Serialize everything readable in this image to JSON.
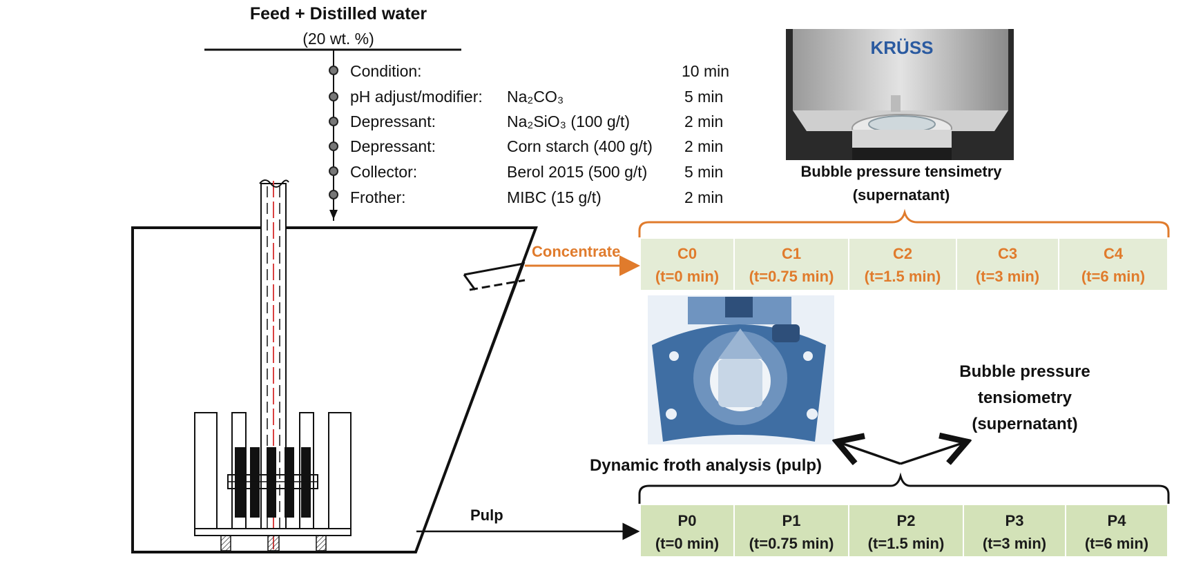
{
  "feed": {
    "title": "Feed + Distilled water",
    "subtitle": "(20 wt. %)"
  },
  "reagents": [
    {
      "label": "Condition:",
      "reagent": "",
      "time": "10 min"
    },
    {
      "label": "pH adjust/modifier:",
      "reagent": "Na₂CO₃",
      "time": "5 min"
    },
    {
      "label": "Depressant:",
      "reagent": "Na₂SiO₃ (100 g/t)",
      "time": "2 min"
    },
    {
      "label": "Depressant:",
      "reagent": "Corn starch (400 g/t)",
      "time": "2 min"
    },
    {
      "label": "Collector:",
      "reagent": "Berol 2015 (500 g/t)",
      "time": "5 min"
    },
    {
      "label": "Frother:",
      "reagent": "MIBC (15 g/t)",
      "time": "2 min"
    }
  ],
  "top_instrument": {
    "brand": "KRÜSS",
    "watermark": "https://www.kruss-scientific.com/en/tensiometers/bubble-pressure-tensiometer-bp100",
    "caption_line1": "Bubble pressure tensimetry",
    "caption_line2": "(supernatant)"
  },
  "concentrate": {
    "label": "Concentrate",
    "samples": [
      {
        "id": "C0",
        "time": "(t=0 min)"
      },
      {
        "id": "C1",
        "time": "(t=0.75 min)"
      },
      {
        "id": "C2",
        "time": "(t=1.5 min)"
      },
      {
        "id": "C3",
        "time": "(t=3 min)"
      },
      {
        "id": "C4",
        "time": "(t=6 min)"
      }
    ]
  },
  "pulp": {
    "label": "Pulp",
    "samples": [
      {
        "id": "P0",
        "time": "(t=0 min)"
      },
      {
        "id": "P1",
        "time": "(t=0.75 min)"
      },
      {
        "id": "P2",
        "time": "(t=1.5 min)"
      },
      {
        "id": "P3",
        "time": "(t=3 min)"
      },
      {
        "id": "P4",
        "time": "(t=6 min)"
      }
    ]
  },
  "dynamic_froth": {
    "caption": "Dynamic froth analysis (pulp)"
  },
  "right_tensiometry": {
    "line1": "Bubble pressure",
    "line2": "tensiometry",
    "line3": "(supernatant)"
  },
  "colors": {
    "orange": "#e07b2c",
    "box_green": "#e4ecd6",
    "box_green_dark": "#d3e2b8",
    "instrument_blue": "#3f6ea3"
  }
}
